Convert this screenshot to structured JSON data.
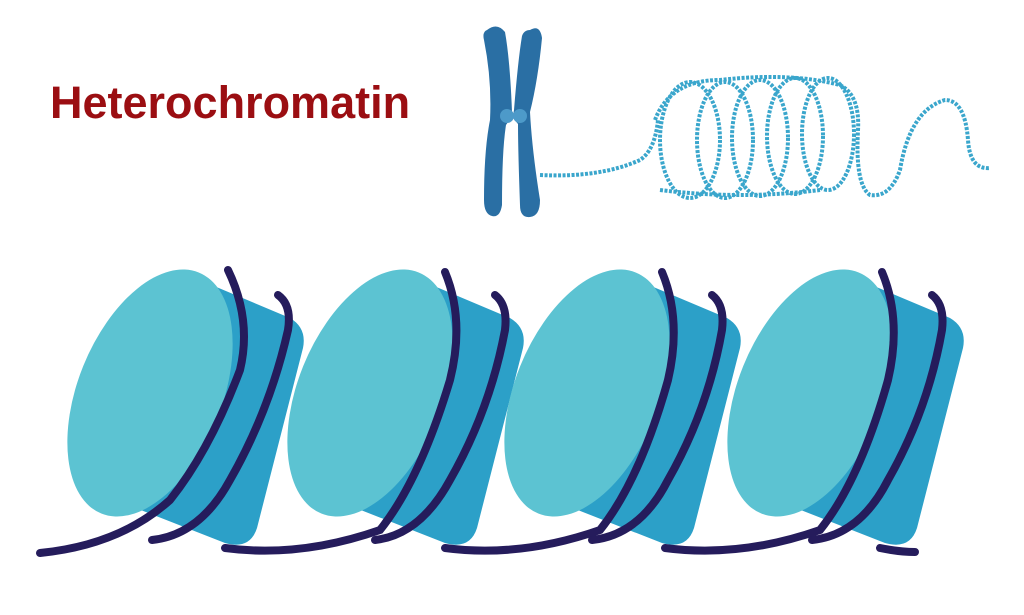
{
  "diagram": {
    "title": "Heterochromatin",
    "colors": {
      "title": "#9b0e12",
      "chromosome": "#2a6fa4",
      "chromosome_highlight": "#3b86bd",
      "centromere": "#4d9ac9",
      "fiber": "#3aa6cc",
      "histone_face": "#5cc3d2",
      "histone_side": "#2ca0c8",
      "dna_strand": "#251c5c"
    },
    "elements": {
      "chromosome": "x-shaped condensed chromosome",
      "coiled_fiber": "supercoiled chromatin fiber",
      "nucleosomes": [
        {
          "label": "nucleosome 1"
        },
        {
          "label": "nucleosome 2"
        },
        {
          "label": "nucleosome 3"
        },
        {
          "label": "nucleosome 4"
        }
      ]
    }
  }
}
